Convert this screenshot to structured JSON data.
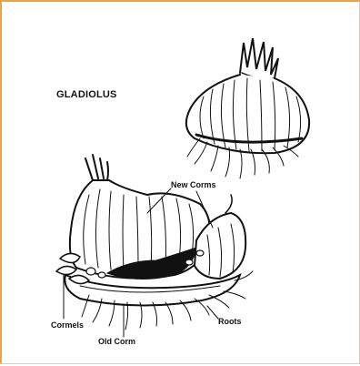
{
  "figure": {
    "title": "GLADIOLUS",
    "labels": {
      "new_corms": "New Corms",
      "cormels": "Cormels",
      "old_corm": "Old Corm",
      "roots": "Roots"
    }
  }
}
